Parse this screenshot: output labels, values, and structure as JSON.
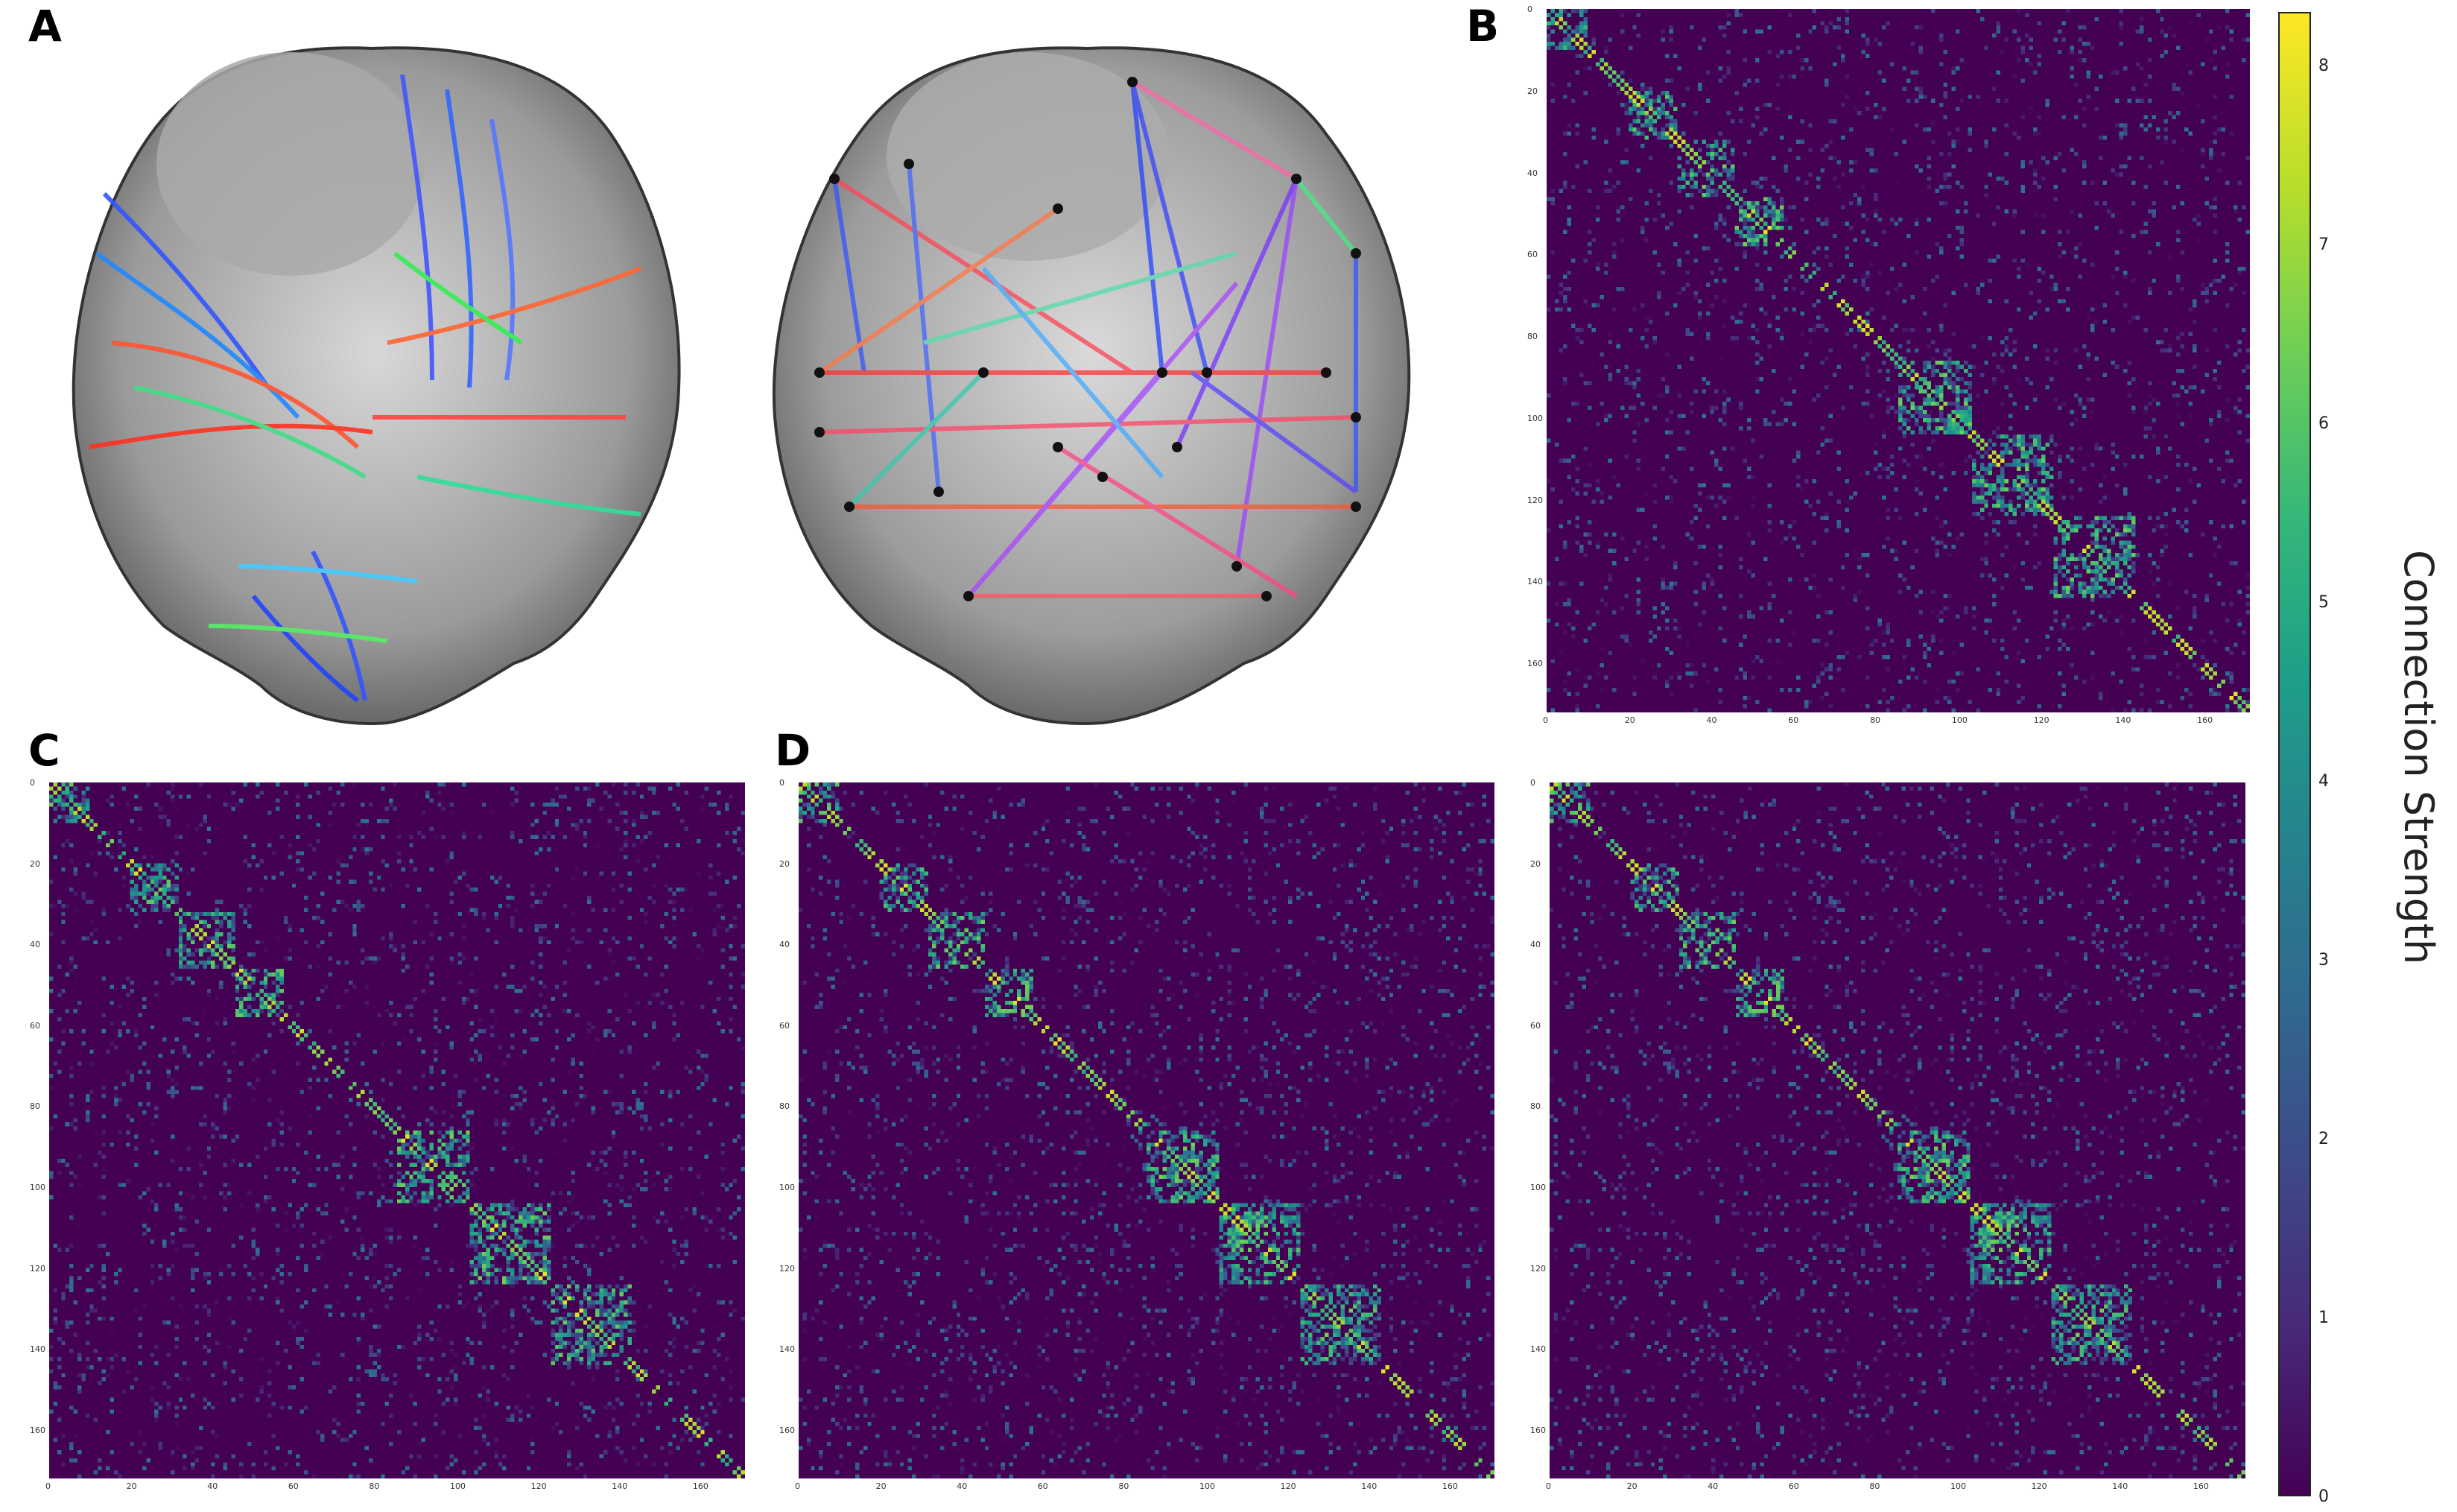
{
  "panels": {
    "a": "A",
    "b": "B",
    "c": "C",
    "d": "D"
  },
  "matrix_ticks": [
    "0",
    "20",
    "40",
    "60",
    "80",
    "100",
    "120",
    "140",
    "160"
  ],
  "colorbar": {
    "label": "Connection Strength",
    "ticks": [
      "0",
      "1",
      "2",
      "3",
      "4",
      "5",
      "6",
      "7",
      "8"
    ],
    "colormap": "viridis",
    "range": [
      0,
      8.3
    ]
  },
  "matrix": {
    "size": 172,
    "community_blocks": [
      [
        0,
        10
      ],
      [
        20,
        32
      ],
      [
        32,
        46
      ],
      [
        46,
        58
      ],
      [
        86,
        104
      ],
      [
        104,
        124
      ],
      [
        124,
        144
      ]
    ]
  },
  "icons": {
    "tractography": "brain-tractography-icon",
    "connectome": "brain-connectome-icon"
  }
}
